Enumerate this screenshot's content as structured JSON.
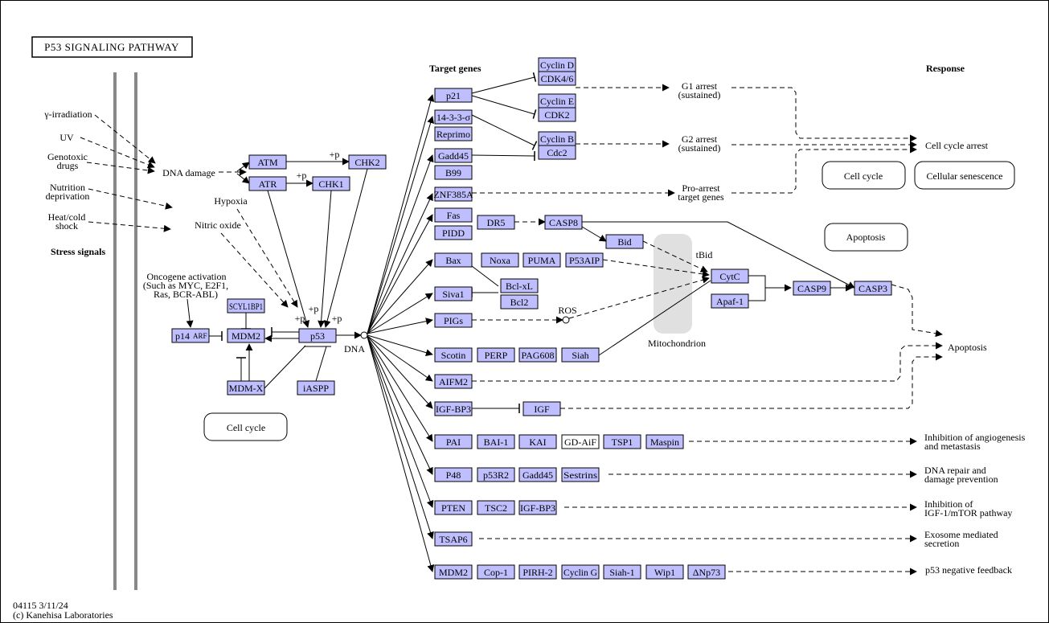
{
  "title": "P53 SIGNALING PATHWAY",
  "section_headers": {
    "target_genes": "Target genes",
    "response": "Response",
    "stress_signals": "Stress signals"
  },
  "stress_inputs": [
    "γ-irradiation",
    "UV",
    "Genotoxic",
    "drugs",
    "Nutrition",
    "deprivation",
    "Heat/cold",
    "shock"
  ],
  "mediators": {
    "dna_damage": "DNA damage",
    "hypoxia": "Hypoxia",
    "nitric_oxide": "Nitric oxide",
    "oncogene_activation": [
      "Oncogene activation",
      "(Such as MYC, E2F1,",
      "Ras, BCR-ABL)"
    ],
    "dna": "DNA",
    "ros": "ROS",
    "tbid": "tBid",
    "mitochondrion": "Mitochondrion",
    "plus_p": "+p"
  },
  "genes": {
    "atm": "ATM",
    "atr": "ATR",
    "chk2": "CHK2",
    "chk1": "CHK1",
    "p53": "p53",
    "mdm2_core": "MDM2",
    "scyl1bp1": "SCYL1BP1",
    "p14arf": "p14",
    "arf": "ARF",
    "mdmx": "MDM-X",
    "iaspp": "iASPP",
    "p21": "p21",
    "sigma1433": "14-3-3-σ",
    "reprimo": "Reprimo",
    "gadd45a": "Gadd45",
    "b99": "B99",
    "znf385a": "ZNF385A",
    "cyclind": "Cyclin D",
    "cdk46": "CDK4/6",
    "cycline": "Cyclin E",
    "cdk2": "CDK2",
    "cyclinb": "Cyclin B",
    "cdc2": "Cdc2",
    "fas": "Fas",
    "pidd": "PIDD",
    "dr5": "DR5",
    "casp8": "CASP8",
    "bid": "Bid",
    "bax": "Bax",
    "noxa": "Noxa",
    "puma": "PUMA",
    "p53aip": "P53AIP",
    "bclxl": "Bcl-xL",
    "bcl2": "Bcl2",
    "siva1": "Siva1",
    "pigs": "PIGs",
    "scotin": "Scotin",
    "perp": "PERP",
    "pag608": "PAG608",
    "siah": "Siah",
    "aifm2": "AIFM2",
    "igfbp3": "IGF-BP3",
    "igf": "IGF",
    "cytc": "CytC",
    "apaf1": "Apaf-1",
    "casp9": "CASP9",
    "casp3": "CASP3",
    "pai": "PAI",
    "bai1": "BAI-1",
    "kai": "KAI",
    "gdaif": "GD-AiF",
    "tsp1": "TSP1",
    "maspin": "Maspin",
    "p48": "P48",
    "p53r2": "p53R2",
    "gadd45b": "Gadd45",
    "sestrins": "Sestrins",
    "pten": "PTEN",
    "tsc2": "TSC2",
    "igfbp3b": "IGF-BP3",
    "tsap6": "TSAP6",
    "mdm2b": "MDM2",
    "cop1": "Cop-1",
    "pirh2": "PIRH-2",
    "cyclingg": "Cyclin G",
    "siah1": "Siah-1",
    "wip1": "Wip1",
    "dnp73": "ΔNp73"
  },
  "outcomes": {
    "g1_arrest": [
      "G1 arrest",
      "(sustained)"
    ],
    "g2_arrest": [
      "G2 arrest",
      "(sustained)"
    ],
    "pro_arrest": [
      "Pro-arrest",
      "target genes"
    ],
    "cell_cycle_arrest": "Cell cycle arrest",
    "apoptosis": "Apoptosis",
    "angiogenesis": [
      "Inhibition of angiogenesis",
      "and metastasis"
    ],
    "dna_repair": [
      "DNA repair and",
      "damage prevention"
    ],
    "igf_mtor": [
      "Inhibition of",
      "IGF-1/mTOR pathway"
    ],
    "exosome": [
      "Exosome mediated",
      "secretion"
    ],
    "negative_feedback": "p53 negative feedback"
  },
  "map_links": {
    "cell_cycle_left": "Cell cycle",
    "cell_cycle_right": "Cell cycle",
    "cellular_senescence": "Cellular senescence",
    "apoptosis_map": "Apoptosis"
  },
  "footer": {
    "code": "04115 3/11/24",
    "copyright": "(c) Kanehisa Laboratories"
  },
  "colors": {
    "gene_fill": "#bfbfff",
    "membrane": "#888888",
    "mitochondrion": "#e0e0e0"
  }
}
